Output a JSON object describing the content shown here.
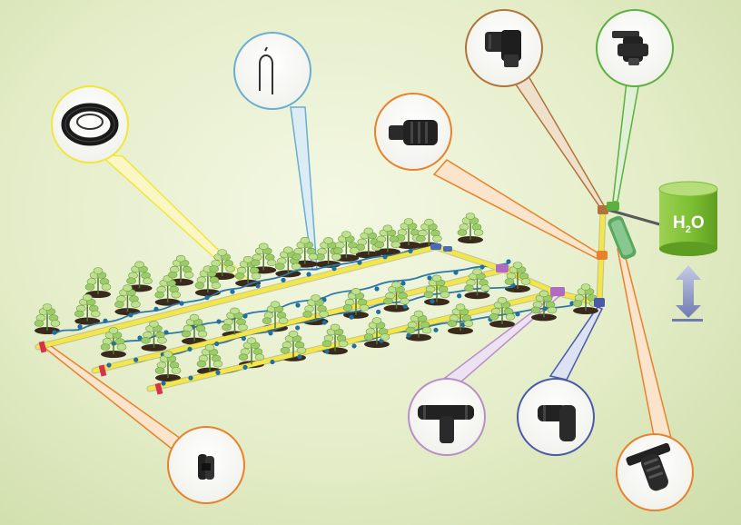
{
  "tank": {
    "label_main": "H",
    "label_sub": "2",
    "label_end": "O",
    "color": "#8cc63f"
  },
  "colors": {
    "pipe": "#f2e64a",
    "drip_line": "#2f78a8",
    "emitter": "#1f6fa0",
    "leader_yellow": "#f0e640",
    "leader_blue": "#6aaed0",
    "leader_orange": "#e8822a",
    "leader_brown": "#b0743a",
    "leader_green": "#5cb040",
    "leader_purple": "#b890c8",
    "leader_navy": "#4a5aa8",
    "arrow": "#8a94c0"
  },
  "callouts": [
    {
      "name": "drip-tubing-coil",
      "icon": "coil-icon",
      "leader": "yellow"
    },
    {
      "name": "hold-down-stake",
      "icon": "stake-icon",
      "leader": "blue"
    },
    {
      "name": "tubing-coupler",
      "icon": "coupler-icon",
      "leader": "orange"
    },
    {
      "name": "threaded-elbow",
      "icon": "elbow-icon",
      "leader": "brown"
    },
    {
      "name": "ball-valve",
      "icon": "valve-icon",
      "leader": "green"
    },
    {
      "name": "end-clip",
      "icon": "end-clip-icon",
      "leader": "orange"
    },
    {
      "name": "tee-connector",
      "icon": "tee-icon",
      "leader": "purple"
    },
    {
      "name": "elbow-connector",
      "icon": "elbow-icon",
      "leader": "navy"
    },
    {
      "name": "disc-filter",
      "icon": "filter-icon",
      "leader": "orange"
    }
  ]
}
